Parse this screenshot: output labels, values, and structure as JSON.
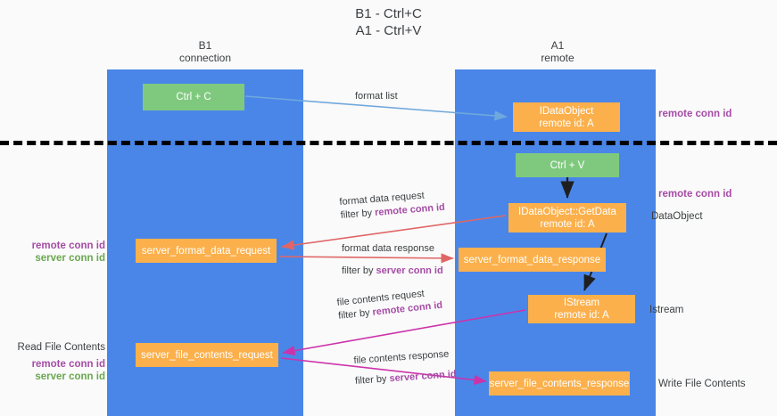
{
  "title": {
    "line1": "B1 - Ctrl+C",
    "line2": "A1 - Ctrl+V"
  },
  "columns": {
    "left": {
      "name": "B1",
      "role": "connection"
    },
    "right": {
      "name": "A1",
      "role": "remote"
    }
  },
  "boxes": {
    "ctrl_c": {
      "label": "Ctrl + C",
      "color": "#7fc97f"
    },
    "idataobject": {
      "line1": "IDataObject",
      "line2": "remote id: A",
      "color": "#fbb04c"
    },
    "ctrl_v": {
      "label": "Ctrl + V",
      "color": "#7fc97f"
    },
    "getdata": {
      "line1": "IDataObject::GetData",
      "line2": "remote id: A",
      "color": "#fbb04c"
    },
    "server_format_data_request": {
      "label": "server_format_data_request",
      "color": "#fbb04c"
    },
    "server_format_data_response": {
      "label": "server_format_data_response",
      "color": "#fbb04c"
    },
    "istream": {
      "line1": "IStream",
      "line2": "remote id: A",
      "color": "#fbb04c"
    },
    "server_file_contents_request": {
      "label": "server_file_contents_request",
      "color": "#fbb04c"
    },
    "server_file_contents_response": {
      "label": "server_file_contents_response",
      "color": "#fbb04c"
    }
  },
  "side_labels": {
    "remote_conn_id_top": "remote conn id",
    "remote_conn_id_mid": "remote conn id",
    "dataobject": "DataObject",
    "istream": "Istream",
    "write_file_contents": "Write File Contents",
    "read_file_contents": "Read File Contents",
    "left_ids_mid": {
      "remote": "remote conn id",
      "server": "server conn id"
    },
    "left_ids_bottom": {
      "remote": "remote conn id",
      "server": "server conn id"
    }
  },
  "arrow_labels": {
    "format_list": "format list",
    "format_data_request": {
      "line1": "format data request",
      "prefix": "filter by ",
      "em": "remote conn id"
    },
    "format_data_response": {
      "line1": "format data response",
      "prefix": "filter by ",
      "em": "server conn id"
    },
    "file_contents_request": {
      "line1": "file contents request",
      "prefix": "filter by ",
      "em": "remote conn id"
    },
    "file_contents_response": {
      "line1": "file contents response",
      "prefix": "filter by ",
      "em": "server conn id"
    }
  },
  "colors": {
    "lane": "#4a86e8",
    "green_box": "#7fc97f",
    "orange_box": "#fbb04c",
    "purple_text": "#a64ca6",
    "green_text": "#6aa84f",
    "arrow_lightblue": "#6fa8dc",
    "arrow_black": "#1f1f1f",
    "arrow_red": "#e06666",
    "arrow_magenta": "#cc33aa",
    "divider": "#000000",
    "background": "#fafafa"
  }
}
